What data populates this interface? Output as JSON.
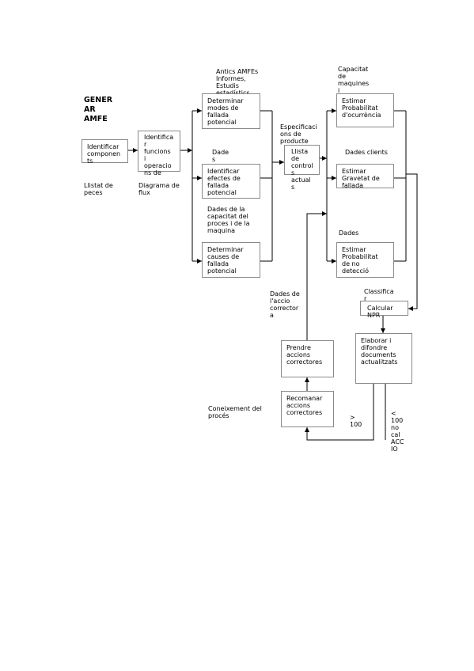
{
  "title": "GENER\nAR\nAMFE",
  "boxes": {
    "identificar_components": "Identificar\ncomponen\nts",
    "identificar_funcions": "Identifica\nr\nfuncions\ni\noperacio\nns de",
    "determinar_modes": "Determinar\nmodes de\nfallada\npotencial",
    "identificar_efectes": "Identificar\nefectes de\nfallada\npotencial",
    "determinar_causes": "Determinar\ncauses de\nfallada\npotencial",
    "llista_controls": "Llista\nde\ncontrol\ns\nactual\ns",
    "estimar_ocurrencia": "Estimar\nProbabilitat\nd'ocurrència",
    "estimar_gravetat": "Estimar\nGravetat de\nfallada",
    "estimar_deteccio": "Estimar\nProbabilitat\nde no\ndetecció",
    "calcular_npr": "Calcular\nNPR",
    "elaborar_documents": "Elaborar i\ndifondre\ndocuments\nactualitzats",
    "prendre_accions": "Prendre\naccions\ncorrectores",
    "recomanar_accions": "Recomanar\naccions\ncorrectores"
  },
  "labels": {
    "llistat_peces": "Llistat de\npeces",
    "diagrama_flux": "Diagrama de\nflux",
    "antics_amfes": "Antics AMFEs\nInformes,\nEstudis\nestadístics",
    "dades": "Dade\ns",
    "dades_capacitat": "Dades de la\ncapacitat del\nproces i de la\nmaquina",
    "especificacions": "Especificaci\nons de\nproducte",
    "capacitat_maquines": "Capacitat\nde\nmaquines\ni\nprocessos",
    "dades_clients": "Dades clients",
    "dades_2": "Dades",
    "classificar": "Classifica\nr",
    "dades_accio": "Dades de\nl'accio\ncorrector\na",
    "coneixement": "Coneixement del\nprocés",
    "gt_100": ">\n100",
    "lt_100": "<\n100\nno\ncal\nACC\nIO"
  }
}
